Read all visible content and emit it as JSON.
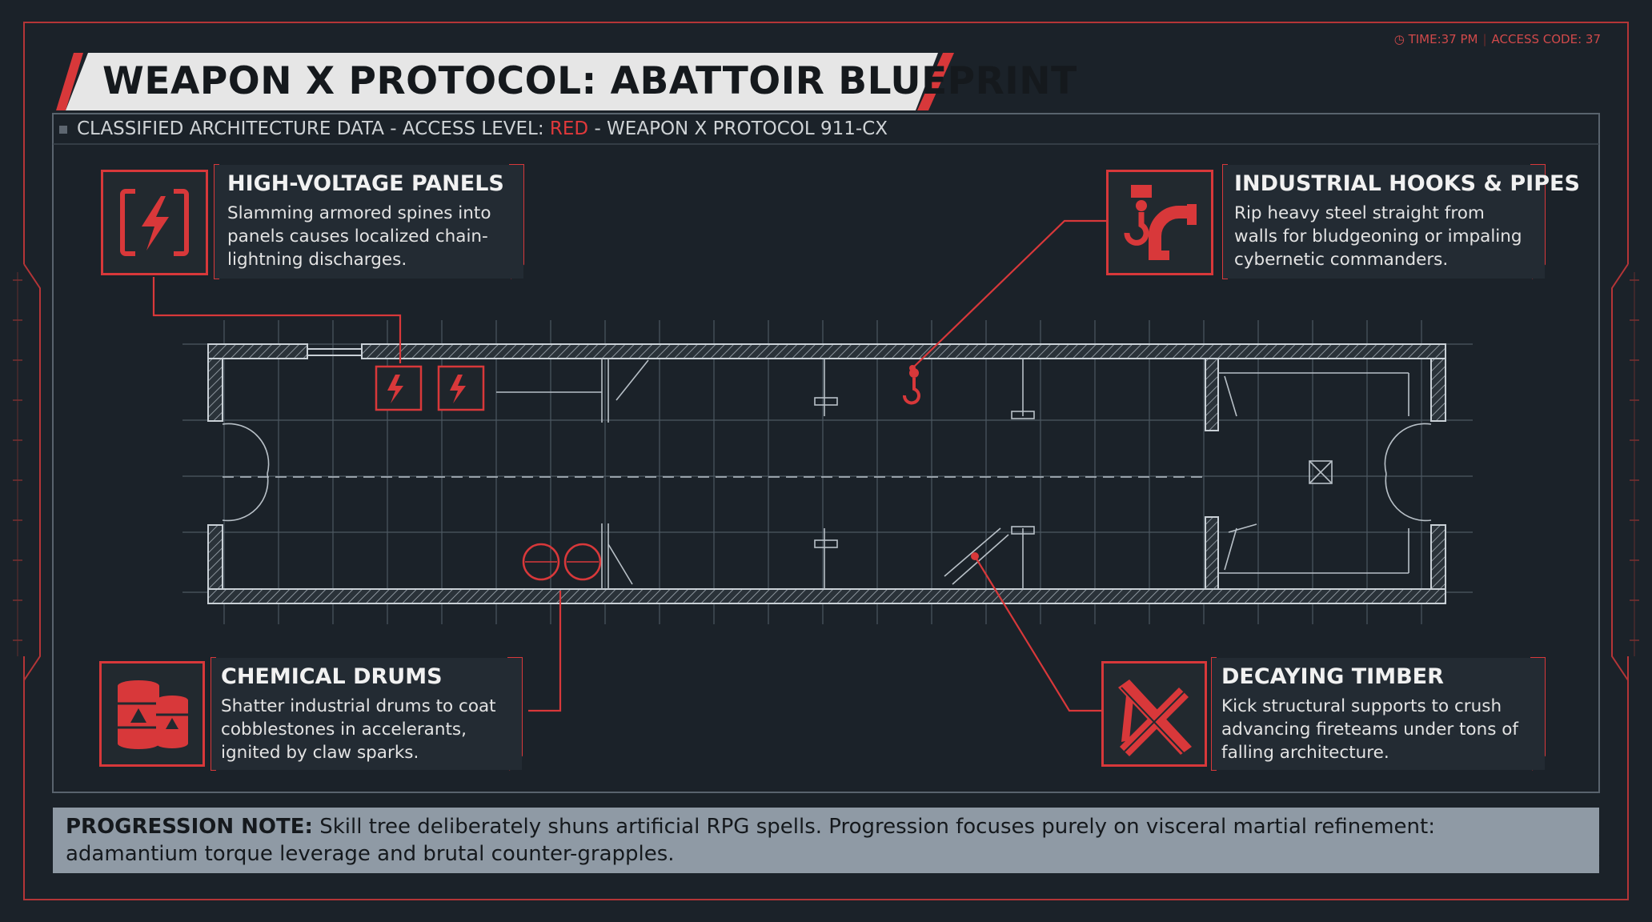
{
  "header": {
    "title": "WEAPON X PROTOCOL: ABATTOIR BLUEPRINT",
    "status_time": "TIME:37 PM",
    "status_access": "ACCESS CODE: 37",
    "subtitle_prefix": "CLASSIFIED ARCHITECTURE DATA - ACCESS LEVEL: ",
    "subtitle_level": "RED",
    "subtitle_suffix": " - WEAPON X PROTOCOL 911-CX"
  },
  "callouts": {
    "high_voltage": {
      "title": "HIGH-VOLTAGE PANELS",
      "body": "Slamming armored spines into panels causes localized chain-lightning discharges.",
      "icon": "lightning-panel-icon"
    },
    "hooks_pipes": {
      "title": "INDUSTRIAL HOOKS & PIPES",
      "body": "Rip heavy steel straight from walls for bludgeoning or impaling cybernetic commanders.",
      "icon": "hook-pipe-icon"
    },
    "chemical_drums": {
      "title": "CHEMICAL DRUMS",
      "body": "Shatter industrial drums to coat cobblestones in accelerants, ignited by claw sparks.",
      "icon": "chemical-drums-icon"
    },
    "decaying_timber": {
      "title": "DECAYING TIMBER",
      "body": "Kick structural supports to crush advancing fireteams under tons of falling architecture.",
      "icon": "timber-beams-icon"
    }
  },
  "progression_note": {
    "label": "PROGRESSION NOTE:",
    "text": " Skill tree deliberately shuns artificial RPG spells. Progression focuses purely on visceral martial refinement: adamantium torque leverage and brutal counter-grapples."
  },
  "colors": {
    "accent_red": "#d8383a",
    "background": "#1b2229",
    "blueprint_line": "#c9d0d6"
  }
}
